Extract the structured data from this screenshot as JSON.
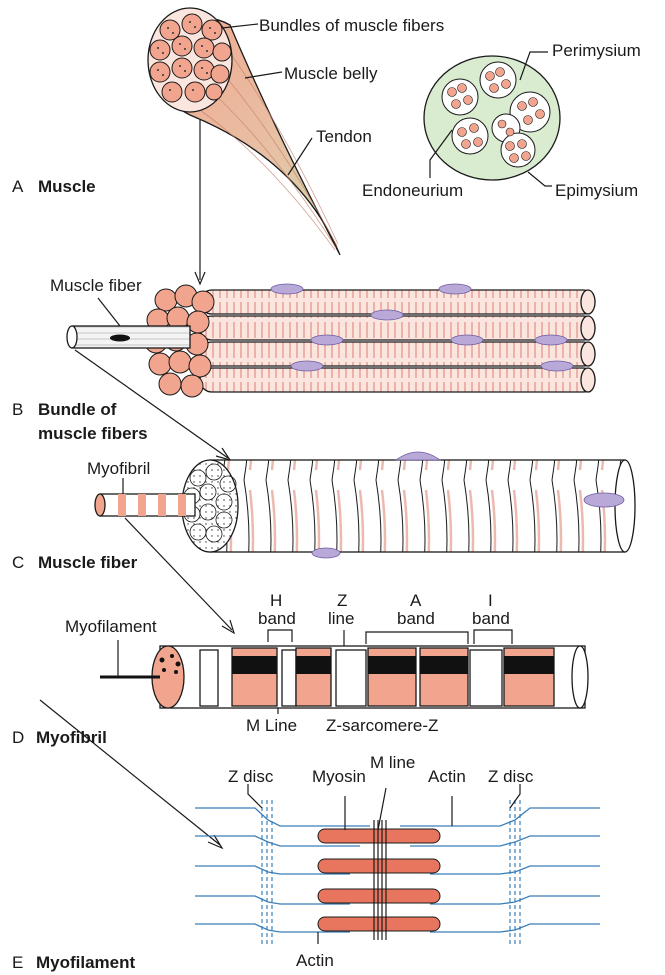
{
  "sections": {
    "a": {
      "letter": "A",
      "title": "Muscle"
    },
    "b": {
      "letter": "B",
      "title_line1": "Bundle of",
      "title_line2": "muscle fibers"
    },
    "c": {
      "letter": "C",
      "title": "Muscle fiber"
    },
    "d": {
      "letter": "D",
      "title": "Myofibril"
    },
    "e": {
      "letter": "E",
      "title": "Myofilament"
    }
  },
  "labels": {
    "bundles": "Bundles of muscle fibers",
    "belly": "Muscle belly",
    "tendon": "Tendon",
    "perimysium": "Perimysium",
    "endoneurium": "Endoneurium",
    "epimysium": "Epimysium",
    "muscle_fiber": "Muscle fiber",
    "myofibril": "Myofibril",
    "myofilament": "Myofilament",
    "h_band_1": "H",
    "h_band_2": "band",
    "z_line_1": "Z",
    "z_line_2": "line",
    "a_band_1": "A",
    "a_band_2": "band",
    "i_band_1": "I",
    "i_band_2": "band",
    "m_line": "M Line",
    "z_sarcomere": "Z-sarcomere-Z",
    "z_disc_left": "Z disc",
    "myosin": "Myosin",
    "m_line_lower": "M line",
    "actin_top": "Actin",
    "z_disc_right": "Z disc",
    "actin_bottom": "Actin"
  },
  "colors": {
    "muscle_pink": "#f2a58e",
    "stripe_red": "#d9736a",
    "fiber_pale": "#fbe6df",
    "nucleus": "#b9a9d8",
    "connective_green": "#d9ecd0",
    "myosin": "#e8765f",
    "actin_blue": "#3b7fb8",
    "tendon_green": "#c9dcae"
  }
}
